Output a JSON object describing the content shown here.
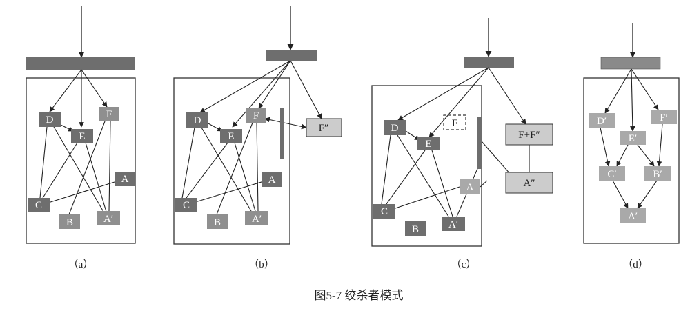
{
  "figure": {
    "caption": "图5-7    绞杀者模式",
    "panels": [
      {
        "label": "（a）",
        "nodes": {
          "D": "D",
          "E": "E",
          "F": "F",
          "A": "A",
          "C": "C",
          "B": "B",
          "A2": "A′"
        }
      },
      {
        "label": "（b）",
        "nodes": {
          "D": "D",
          "E": "E",
          "F": "F",
          "A": "A",
          "C": "C",
          "B": "B",
          "A2": "A′",
          "F2": "F″"
        }
      },
      {
        "label": "（c）",
        "nodes": {
          "D": "D",
          "E": "E",
          "F": "F",
          "A": "A",
          "C": "C",
          "B": "B",
          "A2": "A′",
          "FF": "F+F″",
          "A3": "A″"
        }
      },
      {
        "label": "（d）",
        "nodes": {
          "D": "D′",
          "E": "E′",
          "F": "F′",
          "C": "C′",
          "B": "B′",
          "A": "A′"
        }
      }
    ]
  },
  "colors": {
    "dark_node": "#6e6e6e",
    "mid_node": "#8f8f8f",
    "light_node": "#cccccc",
    "light_node_d": "#a9a9a9",
    "gateway": "#6e6e6e",
    "gateway_d": "#8a8a8a",
    "frame": "#333333",
    "edge": "#222222"
  }
}
